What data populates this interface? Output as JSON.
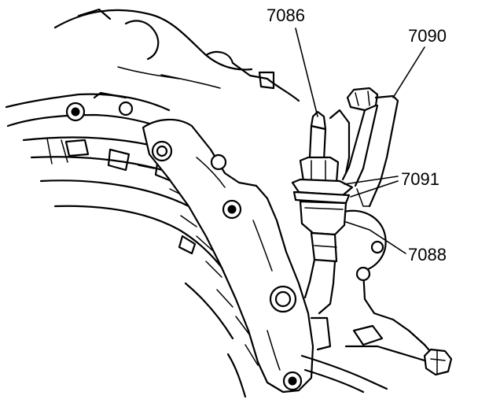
{
  "callouts": {
    "sensor": "7086",
    "bracket": "7090",
    "nut": "7091",
    "adapter": "7088"
  }
}
